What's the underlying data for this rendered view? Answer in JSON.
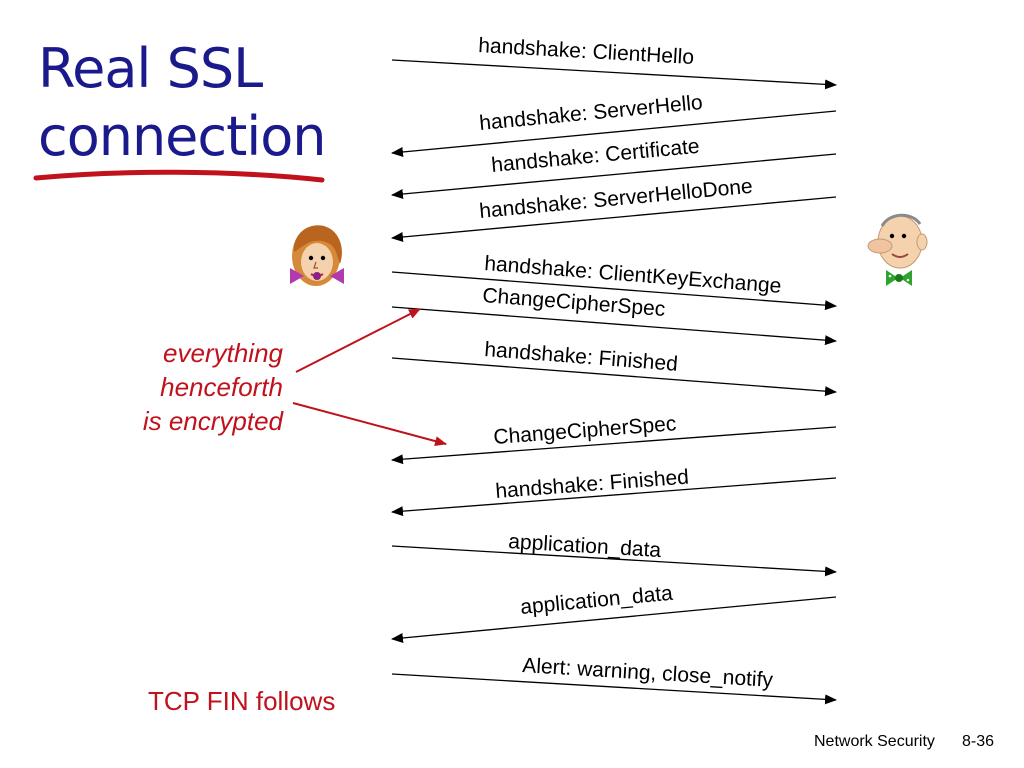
{
  "title": {
    "line1": "Real SSL",
    "line2": "connection"
  },
  "messages": [
    {
      "label": "handshake: ClientHello",
      "direction": "client-to-server"
    },
    {
      "label": "handshake: ServerHello",
      "direction": "server-to-client"
    },
    {
      "label": "handshake: Certificate",
      "direction": "server-to-client"
    },
    {
      "label": "handshake: ServerHelloDone",
      "direction": "server-to-client"
    },
    {
      "label": "handshake: ClientKeyExchange",
      "direction": "client-to-server"
    },
    {
      "label": "ChangeCipherSpec",
      "direction": "client-to-server"
    },
    {
      "label": "handshake: Finished",
      "direction": "client-to-server"
    },
    {
      "label": "ChangeCipherSpec",
      "direction": "server-to-client"
    },
    {
      "label": "handshake: Finished",
      "direction": "server-to-client"
    },
    {
      "label": "application_data",
      "direction": "client-to-server"
    },
    {
      "label": "application_data",
      "direction": "server-to-client"
    },
    {
      "label": "Alert: warning, close_notify",
      "direction": "client-to-server"
    }
  ],
  "annotation": {
    "line1": "everything",
    "line2": "henceforth",
    "line3": "is encrypted"
  },
  "tcp_fin": "TCP FIN follows",
  "footer": {
    "left": "Network Security",
    "right": "8-36"
  },
  "colors": {
    "title": "#1a1a8c",
    "accent": "#c0121c",
    "underline": "#c0121c",
    "arrows": "#000000"
  },
  "icons": {
    "client": "woman-cartoon-icon",
    "server": "man-cartoon-icon"
  }
}
